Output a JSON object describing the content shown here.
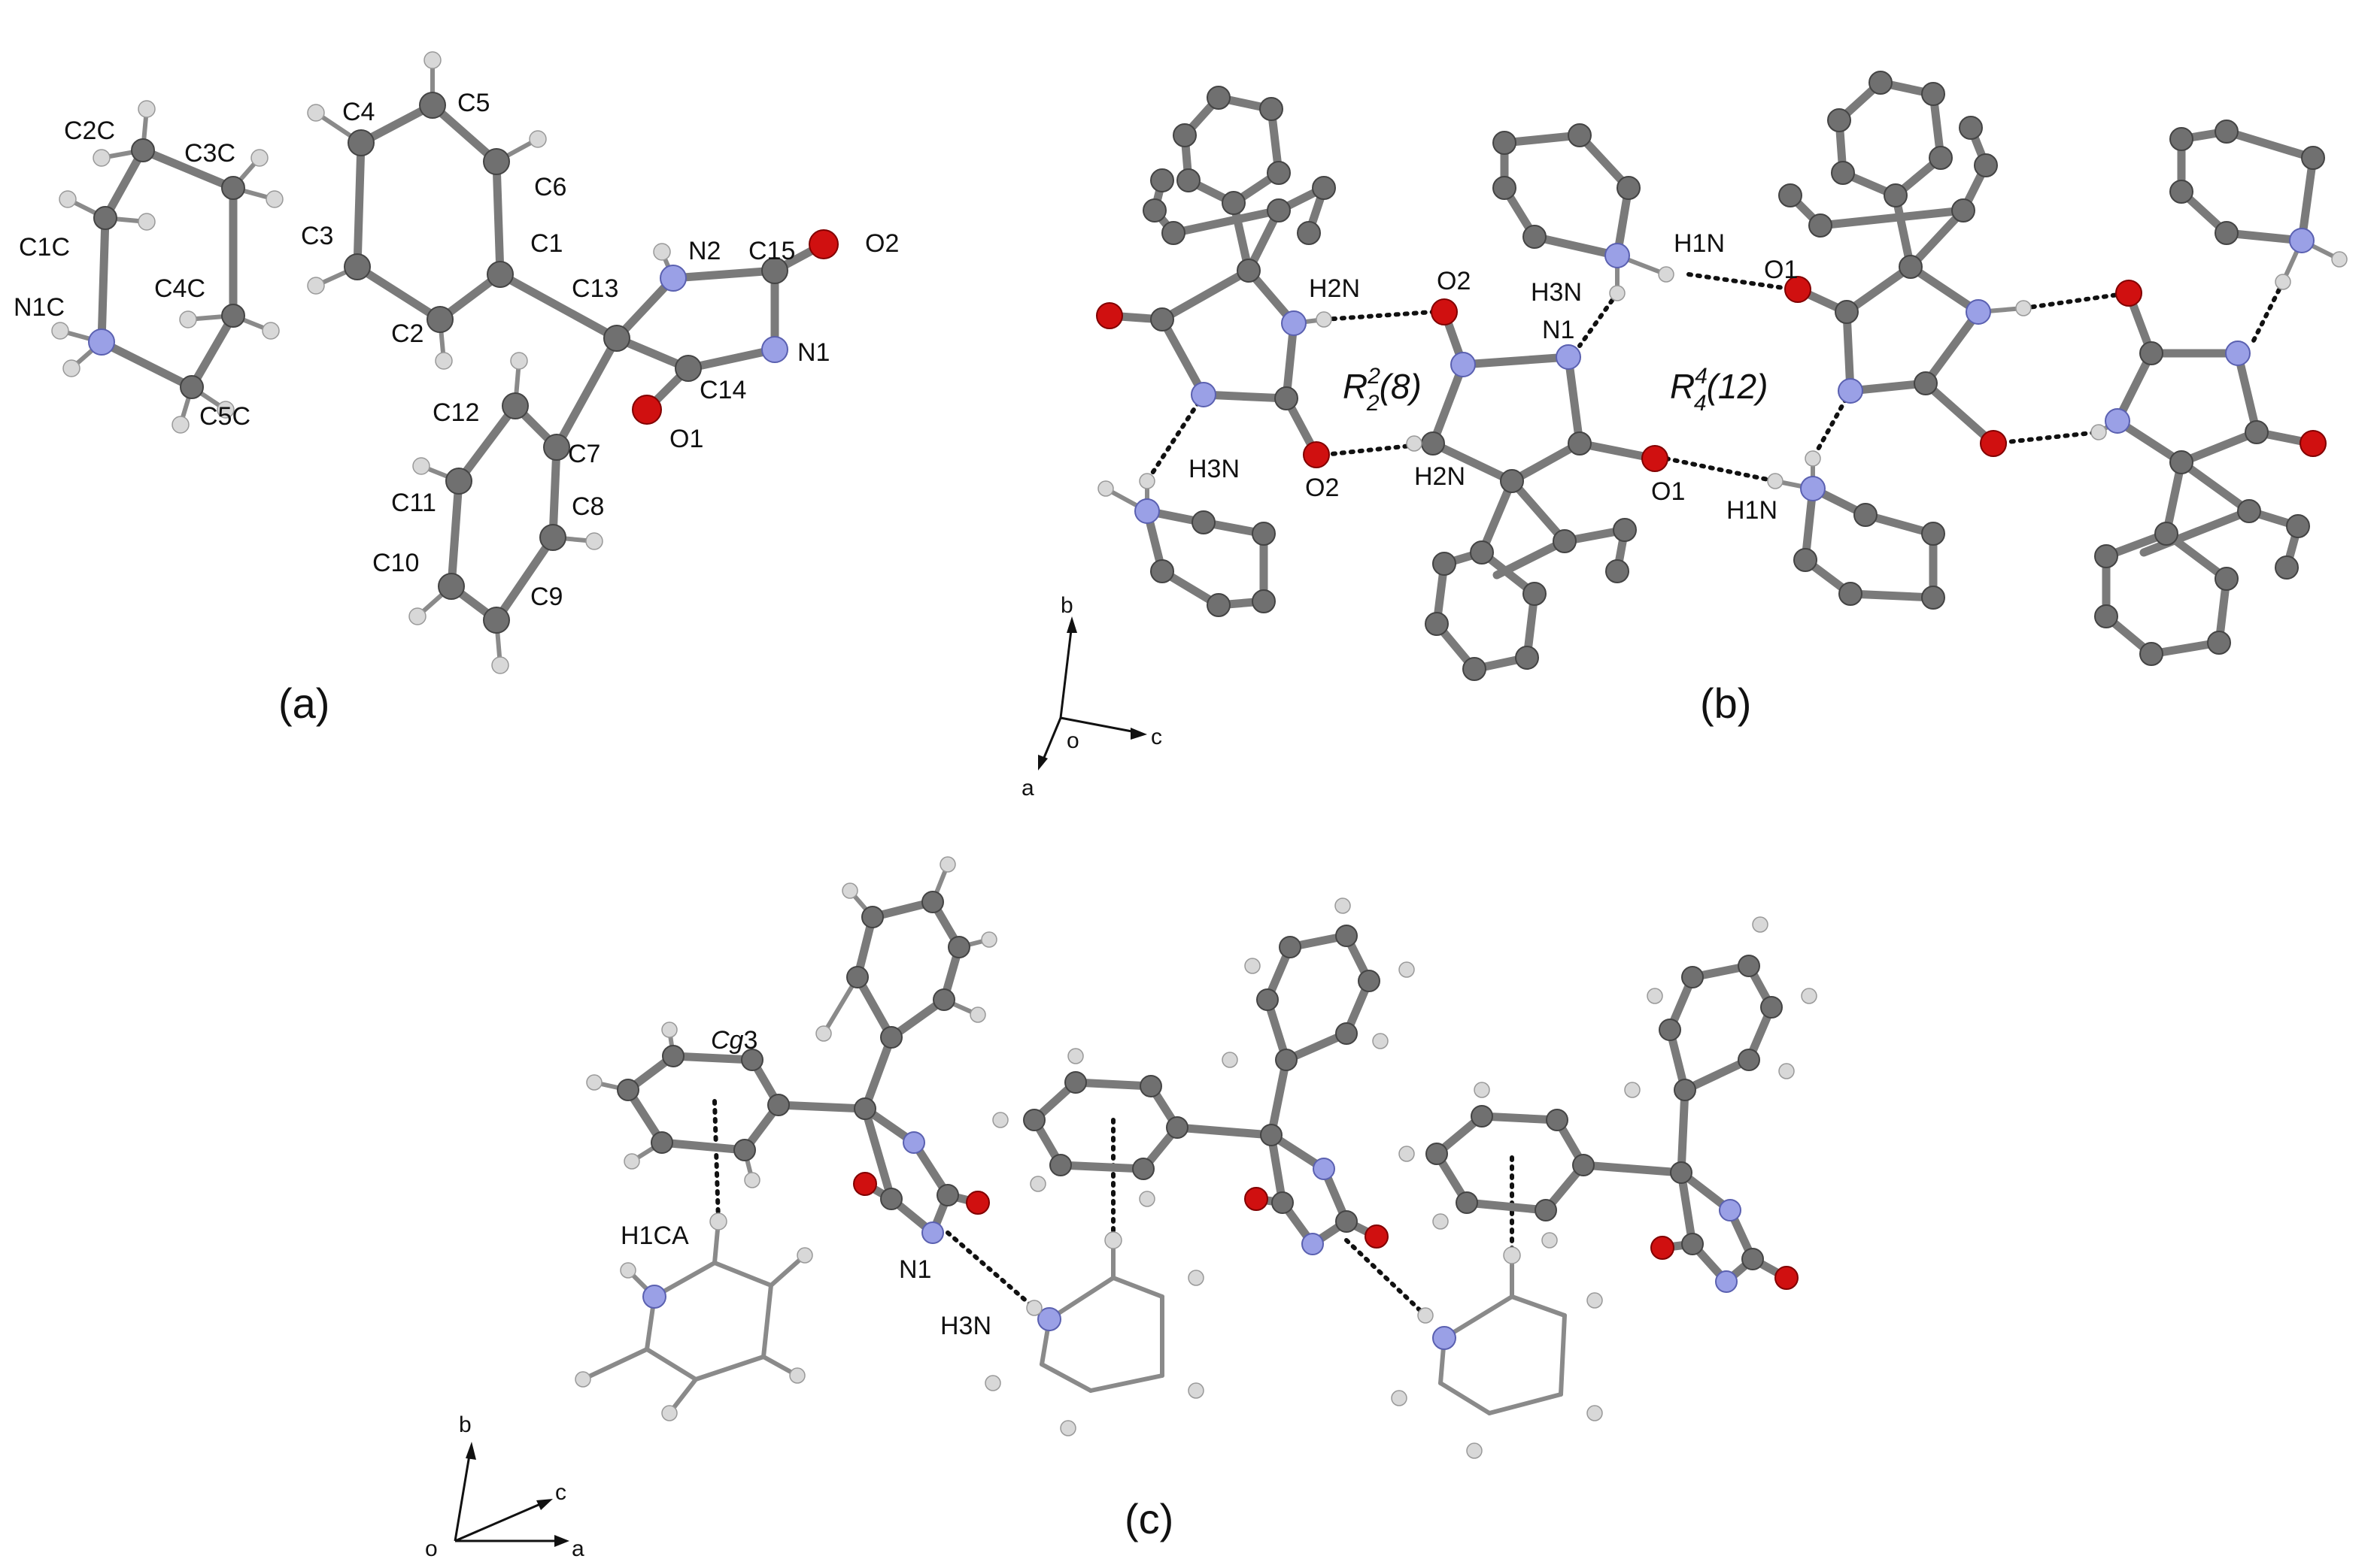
{
  "panel_a": {
    "label": "(a)",
    "atom_labels": [
      "C2C",
      "C3C",
      "C1C",
      "C4C",
      "N1C",
      "C5C",
      "C4",
      "C5",
      "C6",
      "C3",
      "C1",
      "N2",
      "C15",
      "O2",
      "C13",
      "C2",
      "N1",
      "C12",
      "C14",
      "O1",
      "C7",
      "C11",
      "C8",
      "C10",
      "C9"
    ]
  },
  "panel_b": {
    "label": "(b)",
    "atom_labels": [
      "H2N",
      "O2",
      "H3N",
      "H1N",
      "O1",
      "N1",
      "H3N",
      "O2",
      "H2N",
      "O1",
      "H1N"
    ],
    "ring_motif_1": {
      "letter": "R",
      "sup": "2",
      "sub": "2",
      "suffix": "(8)"
    },
    "ring_motif_2": {
      "letter": "R",
      "sup": "4",
      "sub": "4",
      "suffix": "(12)"
    },
    "axes": {
      "b": "b",
      "c": "c",
      "a": "a",
      "origin": "o"
    }
  },
  "panel_c": {
    "label": "(c)",
    "cg_label": {
      "italic": "Cg",
      "rest": "3"
    },
    "atom_labels": [
      "H1CA",
      "N1",
      "H3N"
    ],
    "axes": {
      "b": "b",
      "c": "c",
      "a": "a",
      "origin": "o"
    }
  },
  "colors": {
    "carbon": "#707070",
    "nitrogen": "#9aa0e6",
    "oxygen": "#d01010",
    "hydrogen": "#d8d8d8",
    "bond": "#7a7a7a"
  }
}
